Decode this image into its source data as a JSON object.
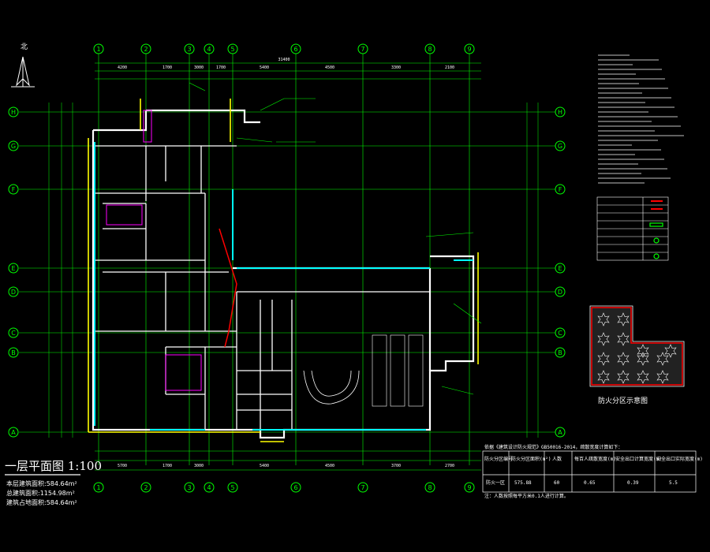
{
  "drawing": {
    "title": "一层平面图 1:100",
    "north_label": "北",
    "stats": [
      "本层建筑面积:584.64m²",
      "总建筑面积:1154.98m²",
      "建筑占地面积:584.64m²"
    ],
    "fire_zone_title": "防火分区示意图",
    "axis_top": [
      "1",
      "2",
      "3",
      "4",
      "5",
      "6",
      "7",
      "8",
      "9"
    ],
    "axis_side": [
      "H",
      "G",
      "F",
      "E",
      "D",
      "C",
      "B",
      "A"
    ],
    "dims_top": [
      "4200",
      "1700",
      "3000",
      "1700",
      "5400",
      "4500",
      "3300",
      "2100"
    ],
    "dims_bottom": [
      "5700",
      "1700",
      "3000",
      "5400",
      "4500",
      "3700",
      "2700"
    ],
    "overall_width": "31400",
    "colors": {
      "background": "#000000",
      "grid": "#00ff00",
      "wall": "#ffffff",
      "cyan_wall": "#00ffff",
      "yellow": "#ffff00",
      "red": "#ff0000",
      "magenta": "#ff00ff"
    }
  },
  "table": {
    "note": "依据《建筑设计防火规范》GB50016-2014，疏散宽度计算如下：",
    "headers": [
      "防火分区编号",
      "防火分区面积(m²)",
      "人数",
      "每百人疏散宽度(m)",
      "安全出口计算宽度(m)",
      "安全出口实际宽度(m)"
    ],
    "row": [
      "防火一区",
      "575.88",
      "60",
      "0.65",
      "0.39",
      "5.5"
    ],
    "footnote": "注：人数按照每平方米0.1人进行计算。"
  }
}
